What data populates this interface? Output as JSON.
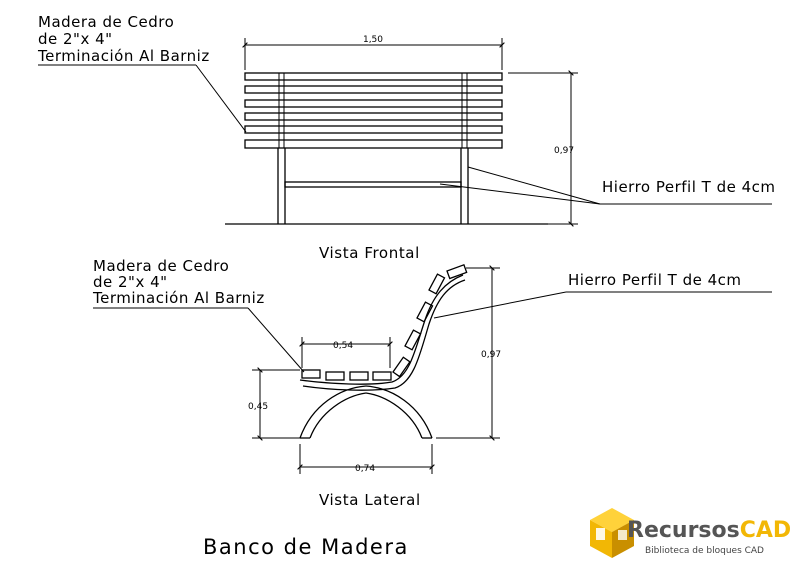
{
  "drawing": {
    "title": "Banco de Madera",
    "front": {
      "caption": "Vista Frontal",
      "note_wood": [
        "Madera de Cedro",
        "de 2\"x 4\"",
        "Terminación Al Barniz"
      ],
      "note_iron": "Hierro Perfil T de 4cm",
      "dim_width": "1,50",
      "dim_height": "0,97"
    },
    "side": {
      "caption": "Vista Lateral",
      "note_wood": [
        "Madera de Cedro",
        "de 2\"x 4\"",
        "Terminación Al Barniz"
      ],
      "note_iron": "Hierro Perfil T de 4cm",
      "dim_seat_depth": "0,54",
      "dim_seat_height": "0,45",
      "dim_height": "0,97",
      "dim_base": "0,74"
    }
  },
  "logo": {
    "name": "RecursosCAD",
    "tagline": "Biblioteca de bloques CAD",
    "colors": {
      "primary": "#f2b705",
      "dark": "#555555"
    }
  }
}
